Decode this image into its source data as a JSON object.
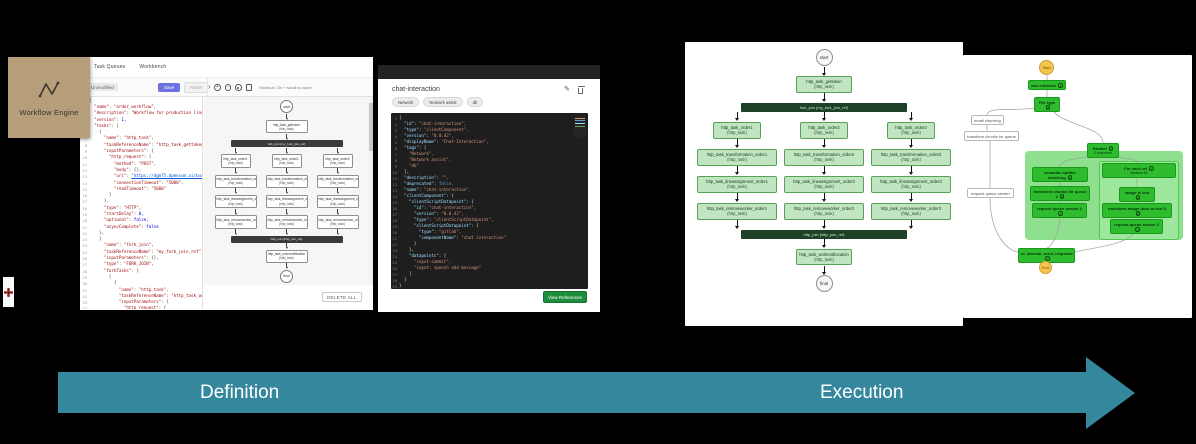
{
  "banner": {
    "definition_label": "Definition",
    "execution_label": "Execution",
    "accent_color": "#35879e"
  },
  "logo_card": {
    "title": "Workflow Engine",
    "bg_color": "#b69e7b"
  },
  "workbench": {
    "tabs": [
      {
        "label": "Task Queues"
      },
      {
        "label": "Workbench"
      }
    ],
    "toolbar": {
      "status": "Unmodified",
      "save": "Save",
      "reset": "Reset",
      "chevron": "›"
    },
    "canvas_toolbar": {
      "hint": "Shortcut: Ctrl + scroll to zoom"
    },
    "footer": {
      "delete_all": "DELETE ALL"
    },
    "code_lines": [
      "{",
      "  \"name\": \"order_workflow\",",
      "  \"description\": \"Workflow for production lines based on BPM\",",
      "  \"version\": 1,",
      "  \"tasks\": [",
      "    {",
      "      \"name\": \"http_task\",",
      "      \"taskReferenceName\": \"http_task_gettoken\",",
      "      \"inputParameters\": {",
      "        \"http_request\": {",
      "          \"method\": \"POST\",",
      "          \"body\": {},",
      "          \"uri\": \"https://dgm75.bpmnsum.airbus-service-controller-rest/restResi/callWebserviceForWs/reservationStationId/token\",",
      "          \"connectionTimeout\": \"5000\",",
      "          \"readTimeout\": \"5000\"",
      "        }",
      "      },",
      "      \"type\": \"HTTP\",",
      "      \"startDelay\": 0,",
      "      \"optional\": false,",
      "      \"asyncComplete\": false",
      "    },",
      "    {",
      "      \"name\": \"fork_join\",",
      "      \"taskReferenceName\": \"my_fork_join_ref\",",
      "      \"inputParameters\": {},",
      "      \"type\": \"FORK_JOIN\",",
      "      \"forkTasks\": [",
      "        [",
      "          {",
      "            \"name\": \"http_task\",",
      "            \"taskReferenceName\": \"http_task_order1\",",
      "            \"inputParameters\": {",
      "              \"http_request\": {"
    ]
  },
  "chat_panel": {
    "title": "chat-interaction",
    "chips": [
      {
        "label": "Network"
      },
      {
        "label": "Network assist"
      },
      {
        "label": "db"
      }
    ],
    "view_references": "View References",
    "code_lines": [
      "{",
      "  \"id\": \"chat-interaction\",",
      "  \"type\": \"clientComponent\",",
      "  \"version\": \"0.0.42\",",
      "  \"displayName\": \"Chat-Interaction\",",
      "  \"tags\": [",
      "    \"Network\",",
      "    \"Network assist\",",
      "    \"db\"",
      "  ],",
      "  \"description\": \"\",",
      "  \"deprecated\": false,",
      "  \"name\": \"chat-interaction\",",
      "  \"clientComponent\": {",
      "    \"clientScriptDatapoint\": {",
      "      \"id\": \"chat-interaction\",",
      "      \"version\": \"0.0.42\",",
      "      \"type\": \"clientScriptDatapoint\",",
      "      \"clientScriptDatapoint\": {",
      "        \"type\": \"gitlab\",",
      "        \"componentName\": \"chat interaction\"",
      "      }",
      "    },",
      "    \"datapoints\": [",
      "      \"input-commit\",",
      "      \"input: speech add message\"",
      "    ]",
      "  }",
      "}"
    ]
  },
  "definition_diagram": {
    "start": "start",
    "final": "final",
    "first_task": {
      "t": "http_task_gettoken",
      "s": "(http_task)"
    },
    "fork_bar": "fork_join (my_fork_join_ref)",
    "join_bar": "http_join (http_join_ref)",
    "last_task": {
      "t": "http_task_ordernotification",
      "s": "(http_task)"
    },
    "rows": [
      [
        {
          "t": "http_task_order1",
          "s": "(http_task)"
        },
        {
          "t": "http_task_order2",
          "s": "(http_task)"
        },
        {
          "t": "http_task_order3",
          "s": "(http_task)"
        }
      ],
      [
        {
          "t": "http_task_transformation_order1",
          "s": "(http_task)"
        },
        {
          "t": "http_task_transformation_order2",
          "s": "(http_task)"
        },
        {
          "t": "http_task_transformation_order3",
          "s": "(http_task)"
        }
      ],
      [
        {
          "t": "http_task_lineassignment_order1",
          "s": "(http_task)"
        },
        {
          "t": "http_task_lineassignment_order2",
          "s": "(http_task)"
        },
        {
          "t": "http_task_lineassignment_order3",
          "s": "(http_task)"
        }
      ],
      [
        {
          "t": "http_task_removeworker_order1",
          "s": "(http_task)"
        },
        {
          "t": "http_task_removeworker_order2",
          "s": "(http_task)"
        },
        {
          "t": "http_task_removeworker_order3",
          "s": "(http_task)"
        }
      ]
    ]
  },
  "execution_diagram": {
    "start": "start",
    "final": "final",
    "first_task": {
      "t": "http_task_gettoken",
      "s": "(http_task)"
    },
    "fork_bar": "fork_join (my_fork_join_ref)",
    "join_bar": "http_join (http_join_ref)",
    "last_task": {
      "t": "http_task_workerallocation",
      "s": "(http_task)"
    },
    "rows": [
      [
        {
          "t": "http_task_order1",
          "s": "(http_task)"
        },
        {
          "t": "http_task_order2",
          "s": "(http_task)"
        },
        {
          "t": "http_task_order3",
          "s": "(http_task)"
        }
      ],
      [
        {
          "t": "http_task_transformation_order1",
          "s": "(http_task)"
        },
        {
          "t": "http_task_transformation_order2",
          "s": "(http_task)"
        },
        {
          "t": "http_task_transformation_order3",
          "s": "(http_task)"
        }
      ],
      [
        {
          "t": "http_task_lineassignment_order1",
          "s": "(http_task)"
        },
        {
          "t": "http_task_lineassignment_order2",
          "s": "(http_task)"
        },
        {
          "t": "http_task_lineassignment_order3",
          "s": "(http_task)"
        }
      ],
      [
        {
          "t": "http_task_removeworker_order1",
          "s": "(http_task)"
        },
        {
          "t": "http_task_removeworker_order2",
          "s": "(http_task)"
        },
        {
          "t": "http_task_removeworker_order3",
          "s": "(http_task)"
        }
      ]
    ]
  },
  "execution_trace": {
    "start": "Start",
    "end": "End",
    "nodes": [
      {
        "id": "doc_extractor",
        "label": "doc extractor",
        "check": true,
        "kind": "green"
      },
      {
        "id": "file_type",
        "label": "File type",
        "check": true,
        "kind": "green"
      },
      {
        "id": "email_chunking",
        "label": "email chunking",
        "kind": "white"
      },
      {
        "id": "transform_chunks",
        "label": "transform chunks for queue",
        "kind": "white"
      },
      {
        "id": "request_queue_sender",
        "label": "request queue sender",
        "kind": "white"
      },
      {
        "id": "parallel",
        "label": "Parallel",
        "sub": "2 branches",
        "check": true,
        "kind": "green"
      },
      {
        "id": "semantic_splitter",
        "label": "semantic splitter chunking",
        "check": true,
        "kind": "green"
      },
      {
        "id": "for_each_url",
        "label": "For each url",
        "sub": "iteration #2",
        "check": true,
        "kind": "green"
      },
      {
        "id": "transform_chunks_2",
        "label": "transform chunks for queue 2",
        "check": true,
        "kind": "green"
      },
      {
        "id": "image_to_text",
        "label": "image to text",
        "check": true,
        "kind": "green"
      },
      {
        "id": "request_queue_sender_2",
        "label": "request queue sender 2",
        "check": true,
        "kind": "green"
      },
      {
        "id": "transform_image_desc",
        "label": "transform image desc to text 3",
        "check": true,
        "kind": "green"
      },
      {
        "id": "request_queue_sender_3",
        "label": "request queue sender 3",
        "check": true,
        "kind": "green"
      },
      {
        "id": "send_response",
        "label": "ol_internal_send_response",
        "check": true,
        "kind": "green"
      }
    ]
  }
}
